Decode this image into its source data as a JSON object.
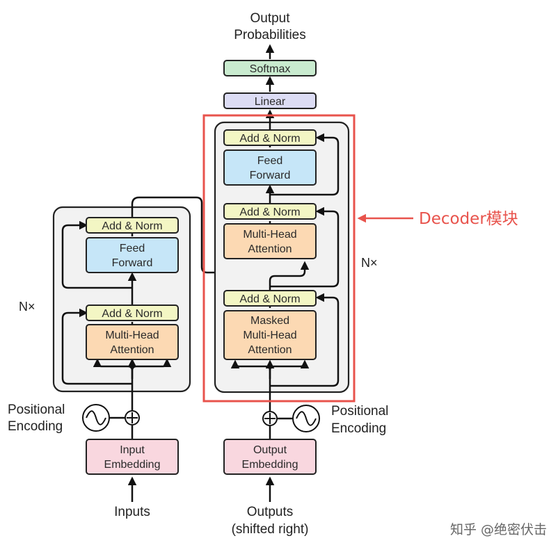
{
  "colors": {
    "add_norm": "#f3f6c4",
    "feed_forward": "#c6e6f8",
    "attention": "#fcd9b3",
    "embedding": "#f9d7df",
    "linear": "#dcdcf4",
    "softmax": "#c9ebcf",
    "highlight": "#e8534c"
  },
  "encoder": {
    "add_norm_top": "Add & Norm",
    "feed_forward_line1": "Feed",
    "feed_forward_line2": "Forward",
    "add_norm_bottom": "Add & Norm",
    "attention_line1": "Multi-Head",
    "attention_line2": "Attention",
    "nx": "N×",
    "positional_line1": "Positional",
    "positional_line2": "Encoding",
    "embedding_line1": "Input",
    "embedding_line2": "Embedding",
    "inputs": "Inputs"
  },
  "decoder": {
    "add_norm_top": "Add & Norm",
    "feed_forward_line1": "Feed",
    "feed_forward_line2": "Forward",
    "add_norm_mid": "Add & Norm",
    "cross_attention_line1": "Multi-Head",
    "cross_attention_line2": "Attention",
    "add_norm_bottom": "Add & Norm",
    "masked_line1": "Masked",
    "masked_line2": "Multi-Head",
    "masked_line3": "Attention",
    "nx": "N×",
    "positional_line1": "Positional",
    "positional_line2": "Encoding",
    "embedding_line1": "Output",
    "embedding_line2": "Embedding",
    "outputs_line1": "Outputs",
    "outputs_line2": "(shifted right)"
  },
  "head": {
    "linear": "Linear",
    "softmax": "Softmax",
    "output_line1": "Output",
    "output_line2": "Probabilities"
  },
  "annotation": {
    "decoder_label": "Decoder模块"
  },
  "watermark": "知乎 @绝密伏击"
}
